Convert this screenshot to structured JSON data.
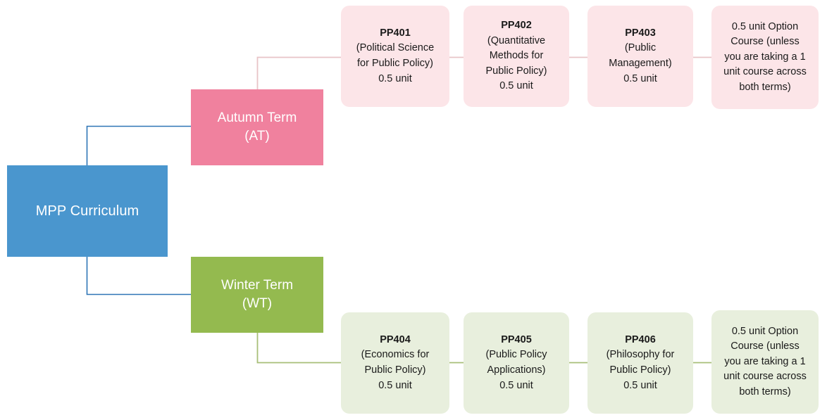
{
  "diagram": {
    "title": "MPP Curriculum",
    "root": {
      "label": "MPP Curriculum",
      "color": "#4A96CE"
    },
    "terms": [
      {
        "id": "autumn",
        "label": "Autumn Term\n(AT)",
        "color": "#F0819E",
        "card_color": "#FCE5E8",
        "connector_color": "#E8C4C7"
      },
      {
        "id": "winter",
        "label": "Winter Term\n(WT)",
        "color": "#94BA4F",
        "card_color": "#E8EFDD",
        "connector_color": "#A8BF78"
      }
    ],
    "rows": {
      "autumn": [
        {
          "code": "PP401",
          "detail": "(Political Science\nfor Public Policy)\n0.5 unit"
        },
        {
          "code": "PP402",
          "detail": "(Quantitative\nMethods for\nPublic Policy)\n0.5 unit"
        },
        {
          "code": "PP403",
          "detail": "(Public\nManagement)\n0.5 unit"
        },
        {
          "code": "",
          "detail": "0.5 unit Option\nCourse (unless\nyou are taking a 1\nunit course across\nboth terms)"
        }
      ],
      "winter": [
        {
          "code": "PP404",
          "detail": "(Economics for\nPublic Policy)\n0.5 unit"
        },
        {
          "code": "PP405",
          "detail": "(Public Policy\nApplications)\n0.5 unit"
        },
        {
          "code": "PP406",
          "detail": "(Philosophy for\nPublic Policy)\n0.5 unit"
        },
        {
          "code": "",
          "detail": "0.5 unit Option\nCourse (unless\nyou are taking a 1\nunit course across\nboth terms)"
        }
      ]
    },
    "connector_colors": {
      "root": "#2E75B6",
      "autumn": "#E8C4C7",
      "winter": "#A8BF78"
    }
  }
}
